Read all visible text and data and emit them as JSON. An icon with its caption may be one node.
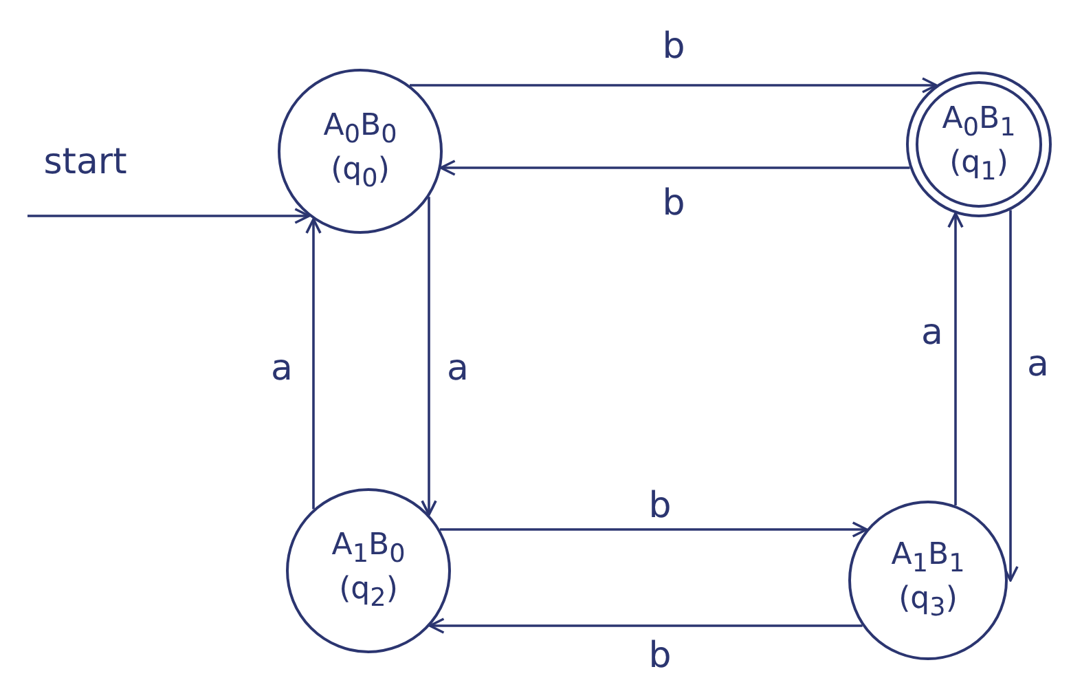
{
  "diagram": {
    "nodes": [
      {
        "text": [
          "A$_{0}$B$_{0}$",
          "(q$_{0}$)"
        ]
      },
      {
        "text": [
          "A$_{0}$B$_{1}$",
          "(q$_{1}$)"
        ]
      },
      {
        "text": [
          "A$_{1}$B$_{0}$",
          "(q$_{2}$)"
        ]
      },
      {
        "text": [
          "A$_{1}$B$_{1}$",
          "(q$_{3}$)"
        ]
      }
    ],
    "edges": [
      {
        "from": null,
        "to": 0,
        "arrow": "to",
        "label": "start"
      },
      {
        "from": 0,
        "to": 1,
        "arrow": "to",
        "label": "b"
      },
      {
        "from": 1,
        "to": 0,
        "arrow": "to",
        "label": "b"
      },
      {
        "from": 2,
        "to": 0,
        "arrow": "to",
        "label": "a"
      },
      {
        "from": 0,
        "to": 2,
        "arrow": "to",
        "label": "a"
      },
      {
        "from": 3,
        "to": 1,
        "arrow": "to",
        "label": "a"
      },
      {
        "from": 1,
        "to": 3,
        "arrow": "to",
        "label": "a"
      },
      {
        "from": 2,
        "to": 3,
        "arrow": "to",
        "label": "b"
      },
      {
        "from": 3,
        "to": 2,
        "arrow": "to",
        "label": "b"
      }
    ]
  }
}
